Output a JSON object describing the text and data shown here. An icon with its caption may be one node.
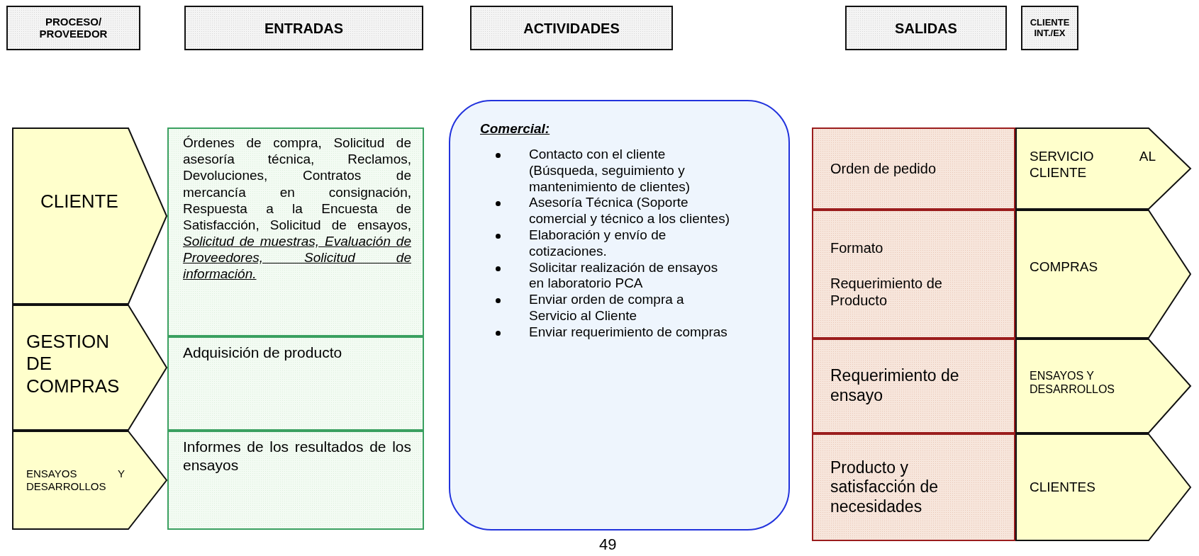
{
  "diagram": {
    "nodes": [
      {
        "text": [
          "PROCESO/ PROVEEDOR"
        ]
      },
      {
        "text": [
          "ENTRADAS"
        ]
      },
      {
        "text": [
          "ACTIVIDADES"
        ]
      },
      {
        "text": [
          "SALIDAS"
        ]
      },
      {
        "text": [
          "CLIENTE INT./EX"
        ]
      },
      {
        "text": [
          "CLIENTE"
        ]
      },
      {
        "text": [
          "GESTION DE COMPRAS"
        ]
      },
      {
        "text": [
          "ENSAYOS Y DESARROLLOS"
        ]
      },
      {
        "text": [
          "Órdenes de compra, Solicitud de asesoría técnica, Reclamos, Devoluciones, Contratos de mercancía en consignación, Respuesta a la Encuesta de Satisfacción, Solicitud de ensayos, *Solicitud de muestras, Evaluación de Proveedores, Solicitud de información.*"
        ]
      },
      {
        "text": [
          "Adquisición de producto"
        ]
      },
      {
        "text": [
          "Informes de los resultados de los ensayos"
        ]
      },
      {
        "text": [
          "Comercial:",
          "Contacto con el cliente (Búsqueda, seguimiento y mantenimiento de clientes)",
          "Asesoría Técnica (Soporte comercial y técnico a los clientes)",
          "Elaboración y envío de cotizaciones.",
          "Solicitar realización de ensayos en laboratorio PCA",
          "Enviar orden de compra a Servicio al Cliente",
          "Enviar requerimiento de compras"
        ]
      },
      {
        "text": [
          "Orden de pedido"
        ]
      },
      {
        "text": [
          "Formato",
          "Requerimiento de Producto"
        ]
      },
      {
        "text": [
          "Requerimiento de ensayo"
        ]
      },
      {
        "text": [
          "Producto y satisfacción de necesidades"
        ]
      },
      {
        "text": [
          "SERVICIO AL CLIENTE"
        ]
      },
      {
        "text": [
          "COMPRAS"
        ]
      },
      {
        "text": [
          "ENSAYOS Y DESARROLLOS"
        ]
      },
      {
        "text": [
          "CLIENTES"
        ]
      }
    ],
    "labels": [
      "49"
    ]
  }
}
